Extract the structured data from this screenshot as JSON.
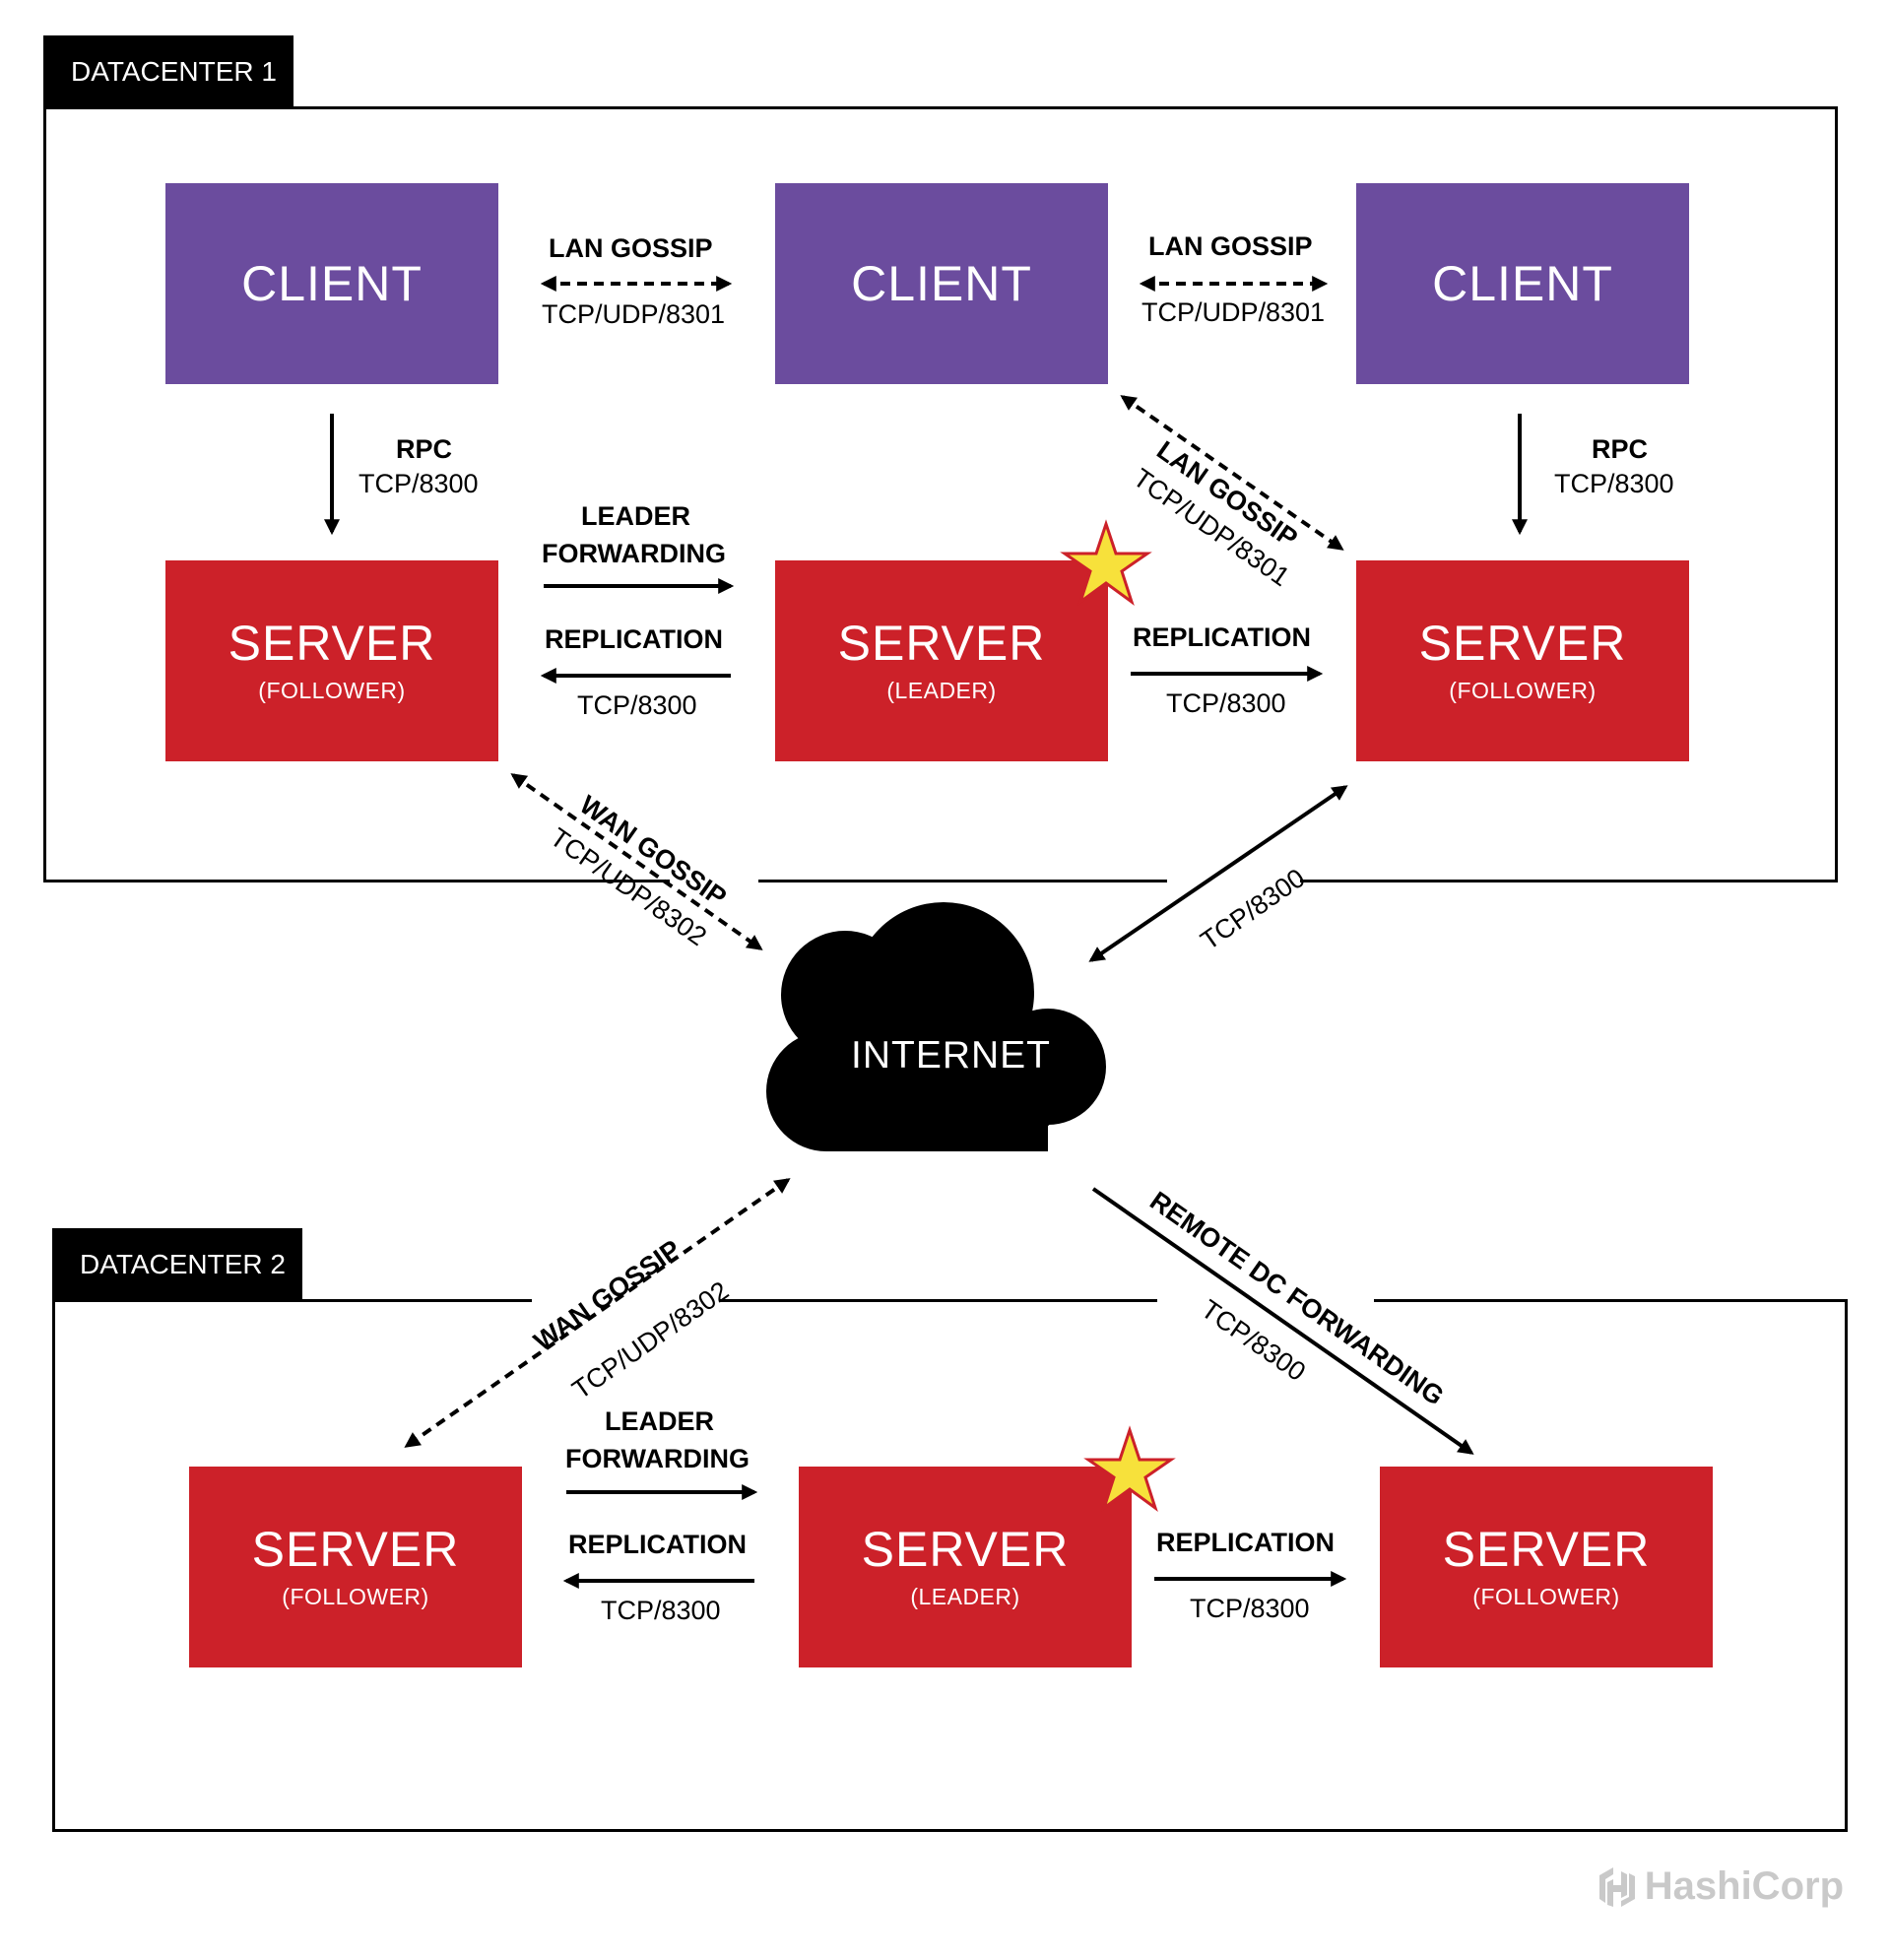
{
  "datacenter1": {
    "tab_label": "DATACENTER 1",
    "clients": [
      {
        "title": "CLIENT"
      },
      {
        "title": "CLIENT"
      },
      {
        "title": "CLIENT"
      }
    ],
    "servers": [
      {
        "title": "SERVER",
        "role": "(FOLLOWER)"
      },
      {
        "title": "SERVER",
        "role": "(LEADER)"
      },
      {
        "title": "SERVER",
        "role": "(FOLLOWER)"
      }
    ],
    "lan_gossip_1": {
      "name": "LAN GOSSIP",
      "port": "TCP/UDP/8301"
    },
    "lan_gossip_2": {
      "name": "LAN GOSSIP",
      "port": "TCP/UDP/8301"
    },
    "lan_gossip_diag": {
      "name": "LAN GOSSIP",
      "port": "TCP/UDP/8301"
    },
    "rpc_left": {
      "name": "RPC",
      "port": "TCP/8300"
    },
    "rpc_right": {
      "name": "RPC",
      "port": "TCP/8300"
    },
    "leader_forwarding": {
      "line1": "LEADER",
      "line2": "FORWARDING"
    },
    "replication_left": {
      "name": "REPLICATION",
      "port": "TCP/8300"
    },
    "replication_right": {
      "name": "REPLICATION",
      "port": "TCP/8300"
    }
  },
  "internet": {
    "label": "INTERNET",
    "wan_gossip_dc1": {
      "name": "WAN GOSSIP",
      "port": "TCP/UDP/8302"
    },
    "tcp_dc1": {
      "port": "TCP/8300"
    },
    "wan_gossip_dc2": {
      "name": "WAN GOSSIP",
      "port": "TCP/UDP/8302"
    },
    "remote_dc": {
      "name": "REMOTE DC FORWARDING",
      "port": "TCP/8300"
    }
  },
  "datacenter2": {
    "tab_label": "DATACENTER 2",
    "servers": [
      {
        "title": "SERVER",
        "role": "(FOLLOWER)"
      },
      {
        "title": "SERVER",
        "role": "(LEADER)"
      },
      {
        "title": "SERVER",
        "role": "(FOLLOWER)"
      }
    ],
    "leader_forwarding": {
      "line1": "LEADER",
      "line2": "FORWARDING"
    },
    "replication_left": {
      "name": "REPLICATION",
      "port": "TCP/8300"
    },
    "replication_right": {
      "name": "REPLICATION",
      "port": "TCP/8300"
    }
  },
  "branding": {
    "logo_text": "HashiCorp"
  },
  "colors": {
    "client": "#6b4c9e",
    "server": "#cc2129",
    "leader_star": "#f7e13b",
    "logo": "#c9c9c9"
  },
  "icons": [
    "leader-star-icon",
    "internet-cloud-icon",
    "hashicorp-logo-icon"
  ]
}
